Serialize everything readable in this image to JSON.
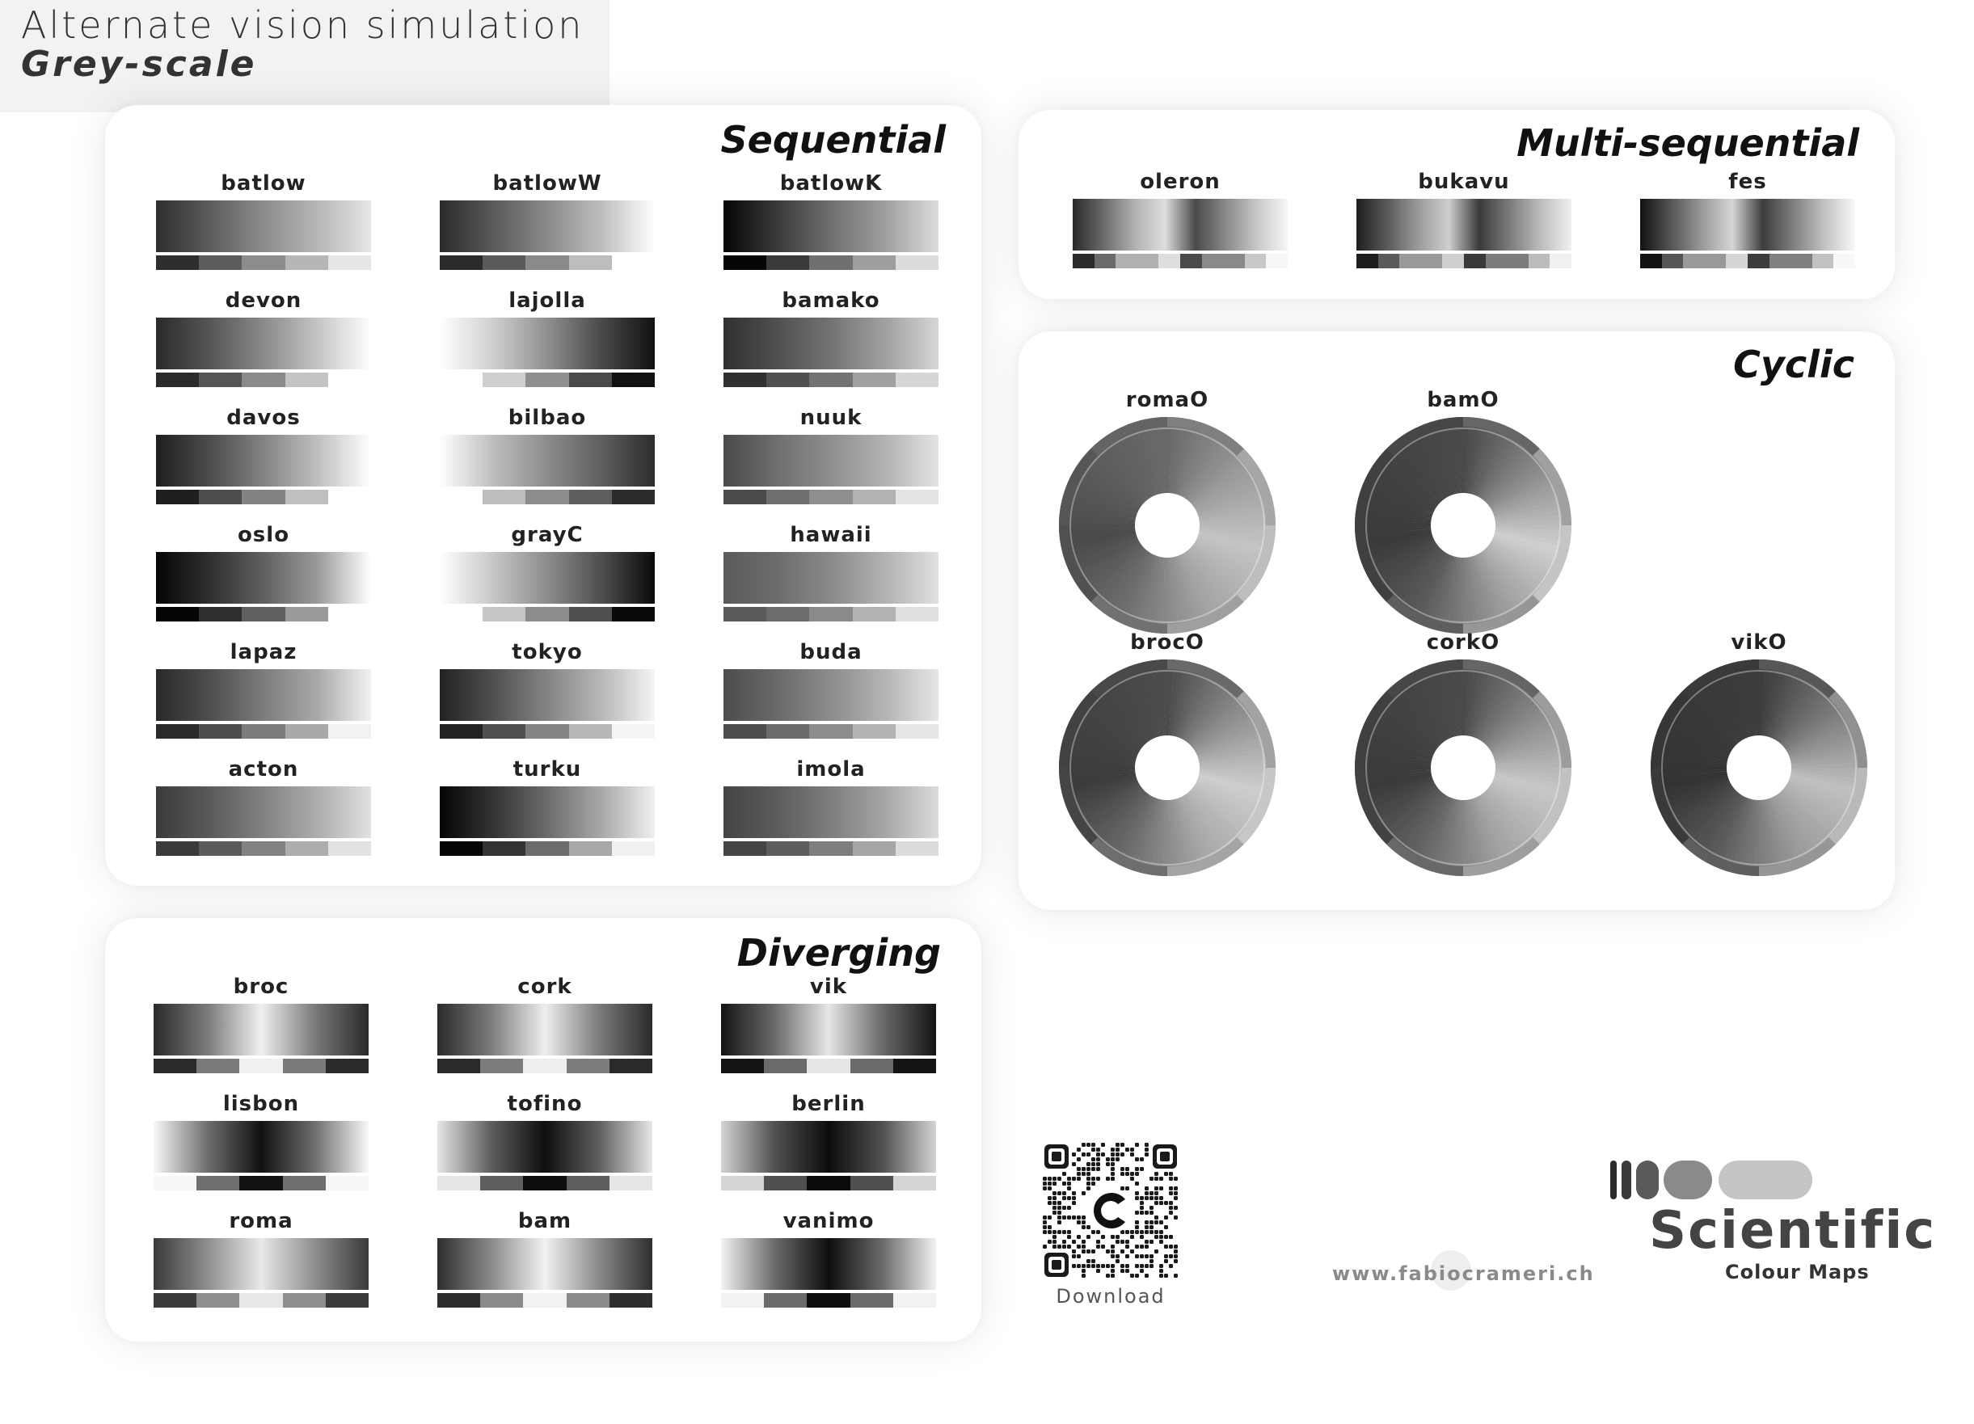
{
  "header": {
    "line1": "Alternate vision simulation",
    "line2": "Grey-scale"
  },
  "sequential": {
    "title": "Sequential",
    "maps": [
      {
        "name": "batlow",
        "stops": [
          "#2e2e2e",
          "#5c5c5c",
          "#8c8c8c",
          "#b6b6b6",
          "#e6e6e6"
        ]
      },
      {
        "name": "batlowW",
        "stops": [
          "#2a2a2a",
          "#5a5a5a",
          "#8a8a8a",
          "#bdbdbd",
          "#ffffff"
        ]
      },
      {
        "name": "batlowK",
        "stops": [
          "#050505",
          "#3a3a3a",
          "#707070",
          "#9e9e9e",
          "#dcdcdc"
        ]
      },
      {
        "name": "devon",
        "stops": [
          "#2b2b2b",
          "#555555",
          "#8a8a8a",
          "#c4c4c4",
          "#ffffff"
        ]
      },
      {
        "name": "lajolla",
        "stops": [
          "#ffffff",
          "#cfcfcf",
          "#8f8f8f",
          "#4a4a4a",
          "#111111"
        ]
      },
      {
        "name": "bamako",
        "stops": [
          "#303030",
          "#505050",
          "#737373",
          "#a0a0a0",
          "#d6d6d6"
        ]
      },
      {
        "name": "davos",
        "stops": [
          "#1f1f1f",
          "#4c4c4c",
          "#838383",
          "#bfbfbf",
          "#ffffff"
        ]
      },
      {
        "name": "bilbao",
        "stops": [
          "#ffffff",
          "#bdbdbd",
          "#8c8c8c",
          "#5f5f5f",
          "#2c2c2c"
        ]
      },
      {
        "name": "nuuk",
        "stops": [
          "#4a4a4a",
          "#6f6f6f",
          "#8e8e8e",
          "#b2b2b2",
          "#e4e4e4"
        ]
      },
      {
        "name": "oslo",
        "stops": [
          "#050505",
          "#2f2f2f",
          "#606060",
          "#9a9a9a",
          "#ffffff"
        ]
      },
      {
        "name": "grayC",
        "stops": [
          "#ffffff",
          "#c6c6c6",
          "#8c8c8c",
          "#4f4f4f",
          "#0a0a0a"
        ]
      },
      {
        "name": "hawaii",
        "stops": [
          "#5a5a5a",
          "#6c6c6c",
          "#8a8a8a",
          "#b2b2b2",
          "#e0e0e0"
        ]
      },
      {
        "name": "lapaz",
        "stops": [
          "#2a2a2a",
          "#4e4e4e",
          "#7c7c7c",
          "#a9a9a9",
          "#f2f2f2"
        ]
      },
      {
        "name": "tokyo",
        "stops": [
          "#222222",
          "#505050",
          "#848484",
          "#b7b7b7",
          "#f5f5f5"
        ]
      },
      {
        "name": "buda",
        "stops": [
          "#4c4c4c",
          "#6a6a6a",
          "#8c8c8c",
          "#b4b4b4",
          "#e6e6e6"
        ]
      },
      {
        "name": "acton",
        "stops": [
          "#3a3a3a",
          "#5a5a5a",
          "#828282",
          "#adadad",
          "#e2e2e2"
        ]
      },
      {
        "name": "turku",
        "stops": [
          "#050505",
          "#343434",
          "#6c6c6c",
          "#a8a8a8",
          "#f0f0f0"
        ]
      },
      {
        "name": "imola",
        "stops": [
          "#444444",
          "#5c5c5c",
          "#7e7e7e",
          "#a6a6a6",
          "#dcdcdc"
        ]
      }
    ]
  },
  "multi_sequential": {
    "title": "Multi-sequential",
    "maps": [
      {
        "name": "oleron",
        "stops": [
          "#2a2a2a",
          "#6a6a6a",
          "#b0b0b0",
          "#dedede",
          "#4a4a4a",
          "#8a8a8a",
          "#c8c8c8",
          "#f6f6f6"
        ]
      },
      {
        "name": "bukavu",
        "stops": [
          "#1e1e1e",
          "#5a5a5a",
          "#9a9a9a",
          "#cfcfcf",
          "#3a3a3a",
          "#7c7c7c",
          "#bcbcbc",
          "#f0f0f0"
        ]
      },
      {
        "name": "fes",
        "stops": [
          "#111111",
          "#555555",
          "#999999",
          "#d6d6d6",
          "#3c3c3c",
          "#808080",
          "#c2c2c2",
          "#f8f8f8"
        ]
      }
    ]
  },
  "cyclic": {
    "title": "Cyclic",
    "maps": [
      {
        "name": "romaO",
        "stops": [
          "#6a6a6a",
          "#9a9a9a",
          "#c4c4c4",
          "#a2a2a2",
          "#6e6e6e",
          "#4a4a4a",
          "#5c5c5c"
        ]
      },
      {
        "name": "bamO",
        "stops": [
          "#4a4a4a",
          "#8a8a8a",
          "#cfcfcf",
          "#9a9a9a",
          "#5a5a5a",
          "#3a3a3a",
          "#424242"
        ]
      },
      {
        "name": "brocO",
        "stops": [
          "#4c4c4c",
          "#8e8e8e",
          "#cecece",
          "#a8a8a8",
          "#6a6a6a",
          "#3c3c3c",
          "#444444"
        ]
      },
      {
        "name": "corkO",
        "stops": [
          "#4a4a4a",
          "#888888",
          "#c8c8c8",
          "#a2a2a2",
          "#646464",
          "#3a3a3a",
          "#424242"
        ]
      },
      {
        "name": "vikO",
        "stops": [
          "#3c3c3c",
          "#7a7a7a",
          "#c0c0c0",
          "#9a9a9a",
          "#5a5a5a",
          "#333333",
          "#383838"
        ]
      }
    ]
  },
  "diverging": {
    "title": "Diverging",
    "maps": [
      {
        "name": "broc",
        "stops": [
          "#2a2a2a",
          "#7a7a7a",
          "#f0f0f0",
          "#7a7a7a",
          "#2a2a2a"
        ]
      },
      {
        "name": "cork",
        "stops": [
          "#2a2a2a",
          "#7c7c7c",
          "#eeeeee",
          "#7c7c7c",
          "#2a2a2a"
        ]
      },
      {
        "name": "vik",
        "stops": [
          "#141414",
          "#6a6a6a",
          "#e6e6e6",
          "#6a6a6a",
          "#141414"
        ]
      },
      {
        "name": "lisbon",
        "stops": [
          "#f8f8f8",
          "#6e6e6e",
          "#111111",
          "#6e6e6e",
          "#f8f8f8"
        ]
      },
      {
        "name": "tofino",
        "stops": [
          "#e6e6e6",
          "#5e5e5e",
          "#0e0e0e",
          "#5e5e5e",
          "#e6e6e6"
        ]
      },
      {
        "name": "berlin",
        "stops": [
          "#d4d4d4",
          "#505050",
          "#0c0c0c",
          "#505050",
          "#d4d4d4"
        ]
      },
      {
        "name": "roma",
        "stops": [
          "#3a3a3a",
          "#8e8e8e",
          "#e8e8e8",
          "#8e8e8e",
          "#3a3a3a"
        ]
      },
      {
        "name": "bam",
        "stops": [
          "#2e2e2e",
          "#8a8a8a",
          "#f2f2f2",
          "#8a8a8a",
          "#2e2e2e"
        ]
      },
      {
        "name": "vanimo",
        "stops": [
          "#f2f2f2",
          "#6a6a6a",
          "#0e0e0e",
          "#6a6a6a",
          "#f2f2f2"
        ]
      }
    ]
  },
  "footer": {
    "download_label": "Download",
    "website": "www.fabiocrameri.ch",
    "logo_title": "Scientific",
    "logo_subtitle": "Colour Maps"
  }
}
